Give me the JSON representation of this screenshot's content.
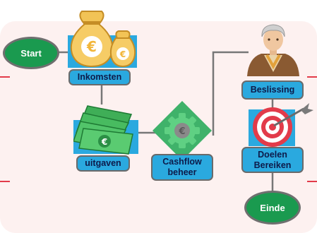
{
  "colors": {
    "terminator": "#1a9a4f",
    "process": "#2aa9df",
    "connector": "#777777",
    "panel": "#fdf1f0",
    "accent_red": "#e23b4a"
  },
  "nodes": {
    "start": "Start",
    "income": "Inkomsten",
    "expenses": "uitgaven",
    "cashflow_line1": "Cashflow",
    "cashflow_line2": "beheer",
    "decision": "Beslissing",
    "goals_line1": "Doelen",
    "goals_line2": "Bereiken",
    "end": "Einde"
  },
  "icons": {
    "income": "money-bags-euro-icon",
    "expenses": "banknotes-euro-icon",
    "cashflow": "euro-gear-icon",
    "decision": "thinking-person-icon",
    "goals": "target-arrow-icon"
  }
}
